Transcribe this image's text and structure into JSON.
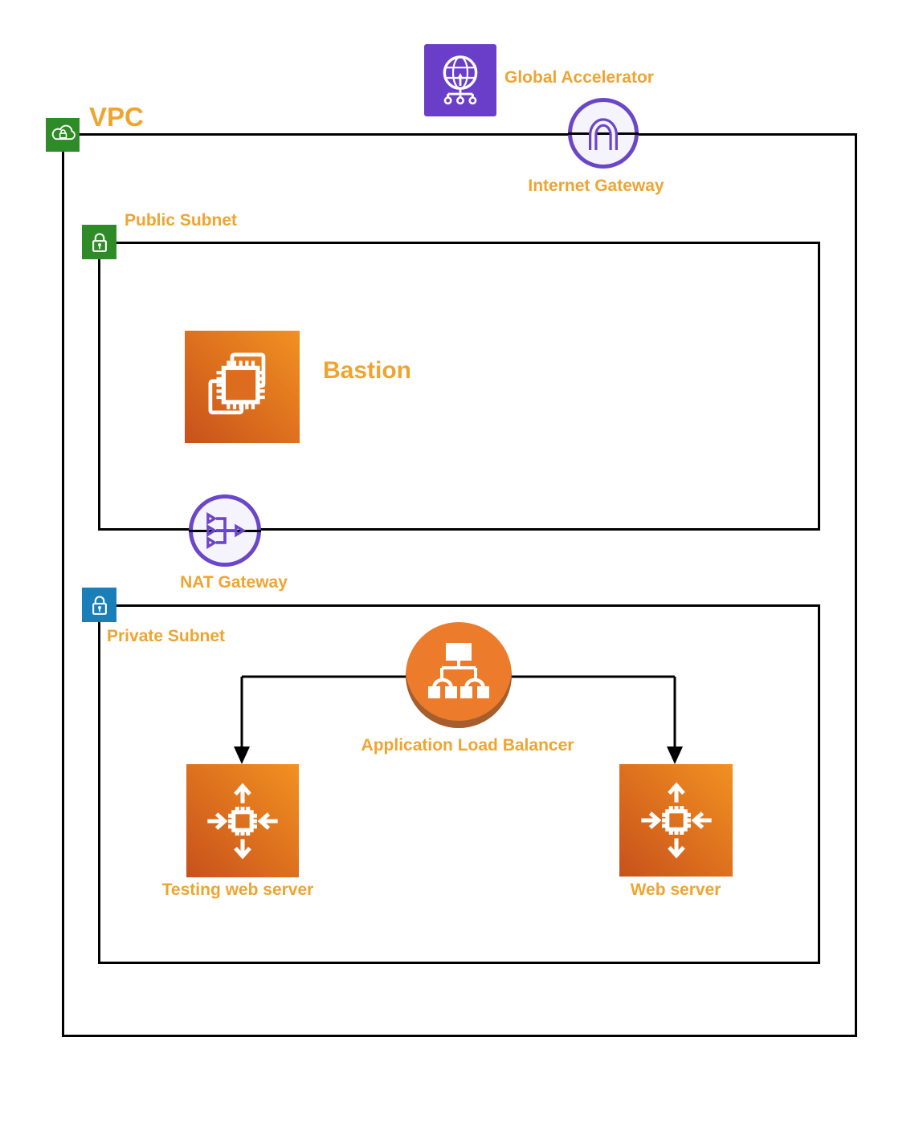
{
  "labels": {
    "vpc": "VPC",
    "global_accelerator": "Global Accelerator",
    "internet_gateway": "Internet Gateway",
    "public_subnet": "Public Subnet",
    "bastion": "Bastion",
    "nat_gateway": "NAT Gateway",
    "private_subnet": "Private Subnet",
    "alb": "Application Load Balancer",
    "testing_web_server": "Testing web server",
    "web_server": "Web server"
  },
  "colors": {
    "label_orange": "#F0A430",
    "vpc_green": "#2E8B27",
    "private_subnet_blue": "#1A7FB8",
    "gateway_purple": "#6B46C8",
    "global_accelerator_purple": "#6B3EC9",
    "gateway_circle_fill": "#F5F3FB",
    "ec2_gradient_start": "#C8511B",
    "ec2_gradient_end": "#F29121",
    "alb_orange": "#EC7C2B",
    "alb_shadow": "#A65E2E",
    "line_black": "#000000"
  },
  "icons": {
    "global_accelerator": "globe-network-icon",
    "vpc": "cloud-lock-icon",
    "internet_gateway": "gateway-arch-icon",
    "public_subnet": "padlock-icon",
    "private_subnet": "padlock-icon",
    "bastion": "ec2-chip-icon",
    "nat_gateway": "nat-arrows-icon",
    "alb": "load-balancer-tree-icon",
    "testing_web_server": "instance-chip-arrows-icon",
    "web_server": "instance-chip-arrows-icon"
  }
}
